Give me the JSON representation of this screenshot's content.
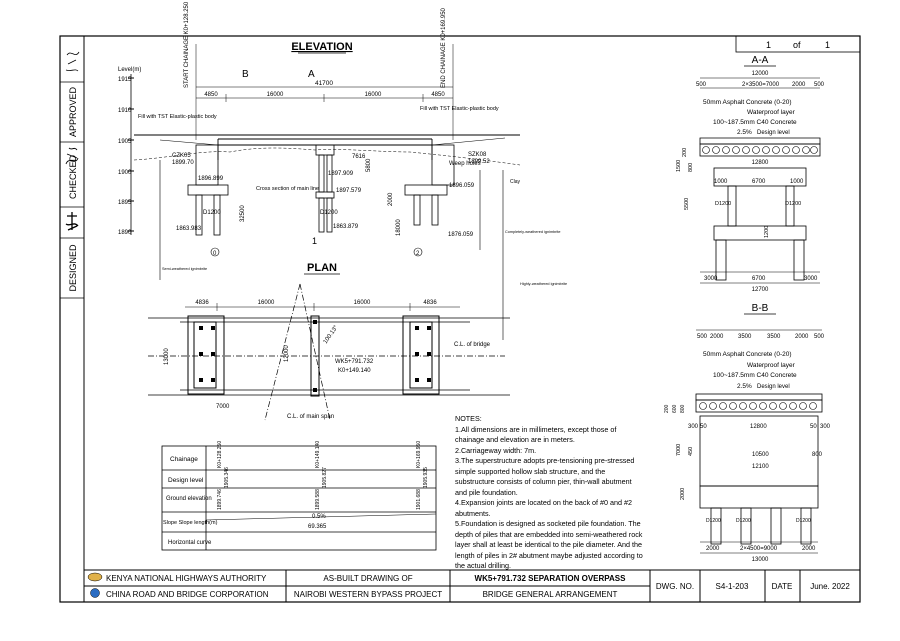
{
  "sheet": {
    "page": "1",
    "of_label": "of",
    "total": "1"
  },
  "sidebar": {
    "approved": "APPROVED",
    "checked": "CHECKED",
    "designed": "DESIGNED"
  },
  "elevation": {
    "title": "ELEVATION",
    "start_chainage": "START CHAINAGE K0+128.250",
    "end_chainage": "END CHAINAGE K0+169.950",
    "level_label": "Level(m)",
    "levels": [
      "1915",
      "1910",
      "1905",
      "1900",
      "1895",
      "1890"
    ],
    "spans_top": [
      "4850",
      "16000",
      "16000",
      "4850"
    ],
    "total_length": "41700",
    "fill_left": "Fill with TST Elastic-plastic body",
    "fill_right": "Fill with TST Elastic-plastic body",
    "section_b": "B",
    "section_a": "A",
    "czk05": "CZK05",
    "czk05_level": "1899.70",
    "szk08": "SZK08",
    "szk08_level": "1899.52",
    "dim_7616": "7616",
    "dim_5800": "5800",
    "weep_holes": "Weep holes",
    "elev_1896899": "1896.899",
    "elev_1897909": "1897.909",
    "elev_1897579": "1897.579",
    "elev_1896059": "1896.059",
    "elev_1863983": "1863.983",
    "elev_1863879": "1863.879",
    "elev_1876059": "1876.059",
    "cross_section_label": "Cross section of main line",
    "d1200": "D1200",
    "dim_32500": "32500",
    "dim_2000": "2000",
    "dim_18000": "18000",
    "pier_no": "1",
    "abut_left_no": "0",
    "abut_right_no": "2",
    "clay": "Clay",
    "geo_1": "Completely-weathered ignimbrite",
    "geo_2": "Semi-weathered ignimbrite",
    "geo_3": "Highly-weathered ignimbrite"
  },
  "plan": {
    "title": "PLAN",
    "spans": [
      "4836",
      "16000",
      "16000",
      "4836"
    ],
    "width_13000": "13000",
    "width_12000": "12000",
    "dim_7000": "7000",
    "wk_label": "WK5+791.732",
    "k0_label": "K0+149.140",
    "angle": "100.13°",
    "cl_bridge": "C.L. of bridge",
    "cl_main": "C.L. of main span"
  },
  "profile_table": {
    "rows": [
      "Chainage",
      "Design level",
      "Ground elevation",
      "Slope  Slope length(m)",
      "Horizontal curve"
    ],
    "chainage_values": [
      "K0+128.250",
      "K0+149.140",
      "K0+169.950"
    ],
    "design_values": [
      "1899.746",
      "1899.588",
      "1901.688"
    ],
    "ground_values": [
      "1905.346",
      "1905.827",
      "1905.935"
    ],
    "slope": "0.5%",
    "slope_length": "69.365"
  },
  "notes": {
    "heading": "NOTES:",
    "items": [
      "1.All dimensions are in millimeters, except those of chainage and elevation are in meters.",
      "2.Carriageway width: 7m.",
      "3.The superstructure adopts pre-tensioning pre-stressed simple supported hollow slab structure, and the substructure consists of column pier, thin-wall abutment and pile foundation.",
      "4.Expansion joints are located on the back of #0 and #2 abutments.",
      "5.Foundation is designed as socketed pile foundation. The depth of piles that are embedded into semi-weathered rock layer shall at least be identical to the pile diameter. And the length of piles in 2# abutment maybe adjusted according to the actual drilling."
    ]
  },
  "section_aa": {
    "title": "A-A",
    "top_dims": [
      "500",
      "2×3500=7000",
      "2000",
      "500"
    ],
    "width_total": "12000",
    "asphalt": "50mm Asphalt Concrete  (0-20)",
    "waterproof": "Waterproof layer",
    "concrete": "100~187.5mm C40 Concrete",
    "slope": "2.5%",
    "design_level": "Design level",
    "slab_width": "12800",
    "dim_1000": "1000",
    "dim_6700": "6700",
    "dim_1000b": "1000",
    "pile": "D1200",
    "beam": "D1200",
    "h_5500": "5500",
    "h_1500": "1500",
    "h_800": "800",
    "h_200": "200",
    "tie_beam": "1200",
    "bot_dims": [
      "3000",
      "6700",
      "3000"
    ],
    "bot_total": "12700"
  },
  "section_bb": {
    "title": "B-B",
    "top_dims": [
      "500",
      "2000",
      "3500",
      "3500",
      "2000",
      "500"
    ],
    "asphalt": "50mm Asphalt Concrete  (0-20)",
    "waterproof": "Waterproof layer",
    "concrete": "100~187.5mm C40 Concrete",
    "slope": "2.5%",
    "design_level": "Design level",
    "dim_300": "300",
    "dim_50": "50",
    "dim_12800": "12800",
    "dim_50b": "50",
    "dim_300b": "300",
    "dim_10500": "10500",
    "dim_800": "800",
    "dim_12100": "12100",
    "h_7000": "7000",
    "h_450": "450",
    "h_2000": "2000",
    "h_600": "600",
    "h_800b": "800",
    "h_200": "200",
    "pile": "D1200",
    "bot_dims": [
      "2000",
      "2×4500=9000",
      "2000"
    ],
    "bot_total": "13000"
  },
  "titleblock": {
    "org1": "KENYA NATIONAL HIGHWAYS AUTHORITY",
    "org2": "CHINA ROAD AND BRIDGE CORPORATION",
    "doc1": "AS-BUILT DRAWING OF",
    "doc2": "NAIROBI WESTERN BYPASS PROJECT",
    "title1": "WK5+791.732 SEPARATION OVERPASS",
    "title2": "BRIDGE GENERAL ARRANGEMENT",
    "dwg_label": "DWG. NO.",
    "dwg_no": "S4-1-203",
    "date_label": "DATE",
    "date": "June. 2022"
  }
}
